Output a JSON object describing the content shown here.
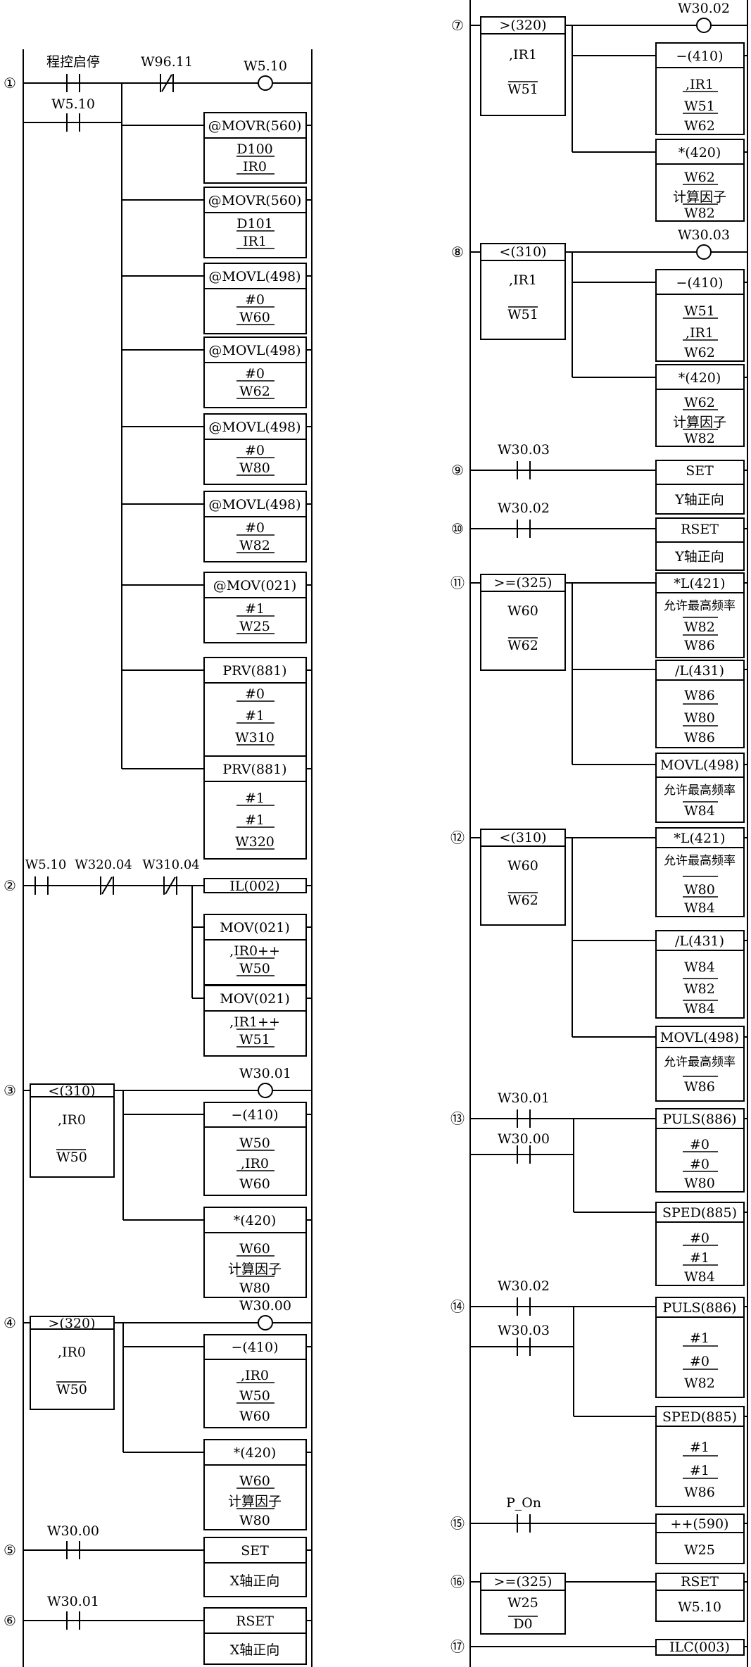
{
  "rungs": [
    {
      "number": "①",
      "contacts": [
        {
          "label": "程控启停",
          "type": "no"
        },
        {
          "label": "W5.10",
          "type": "no"
        },
        {
          "label": "W96.11",
          "type": "nc"
        }
      ],
      "coils": [
        {
          "label": "W5.10"
        }
      ],
      "blocks": [
        {
          "name": "@MOVR(560)",
          "operands": [
            "D100",
            "IR0"
          ]
        },
        {
          "name": "@MOVR(560)",
          "operands": [
            "D101",
            "IR1"
          ]
        },
        {
          "name": "@MOVL(498)",
          "operands": [
            "#0",
            "W60"
          ]
        },
        {
          "name": "@MOVL(498)",
          "operands": [
            "#0",
            "W62"
          ]
        },
        {
          "name": "@MOVL(498)",
          "operands": [
            "#0",
            "W80"
          ]
        },
        {
          "name": "@MOVL(498)",
          "operands": [
            "#0",
            "W82"
          ]
        },
        {
          "name": "@MOV(021)",
          "operands": [
            "#1",
            "W25"
          ]
        },
        {
          "name": "PRV(881)",
          "operands": [
            "#0",
            "#1",
            "W310"
          ]
        },
        {
          "name": "PRV(881)",
          "operands": [
            "#1",
            "#1",
            "W320"
          ]
        }
      ]
    },
    {
      "number": "②",
      "contacts": [
        {
          "label": "W5.10",
          "type": "no"
        },
        {
          "label": "W320.04",
          "type": "nc"
        },
        {
          "label": "W310.04",
          "type": "nc"
        }
      ],
      "blocks": [
        {
          "name": "IL(002)",
          "operands": []
        },
        {
          "name": "MOV(021)",
          "operands": [
            ",IR0++",
            "W50"
          ]
        },
        {
          "name": "MOV(021)",
          "operands": [
            ",IR1++",
            "W51"
          ]
        }
      ]
    },
    {
      "number": "③",
      "compare": {
        "name": "<(310)",
        "operands": [
          ",IR0",
          "W50"
        ]
      },
      "coils": [
        {
          "label": "W30.01"
        }
      ],
      "blocks": [
        {
          "name": "−(410)",
          "operands": [
            "W50",
            ",IR0",
            "W60"
          ]
        },
        {
          "name": "*(420)",
          "operands": [
            "W60",
            "计算因子",
            "W80"
          ]
        }
      ]
    },
    {
      "number": "④",
      "compare": {
        "name": ">(320)",
        "operands": [
          ",IR0",
          "W50"
        ]
      },
      "coils": [
        {
          "label": "W30.00"
        }
      ],
      "blocks": [
        {
          "name": "−(410)",
          "operands": [
            ",IR0",
            "W50",
            "W60"
          ]
        },
        {
          "name": "*(420)",
          "operands": [
            "W60",
            "计算因子",
            "W80"
          ]
        }
      ]
    },
    {
      "number": "⑤",
      "contacts": [
        {
          "label": "W30.00",
          "type": "no"
        }
      ],
      "blocks": [
        {
          "name": "SET",
          "operands": [
            "X轴正向"
          ]
        }
      ]
    },
    {
      "number": "⑥",
      "contacts": [
        {
          "label": "W30.01",
          "type": "no"
        }
      ],
      "blocks": [
        {
          "name": "RSET",
          "operands": [
            "X轴正向"
          ]
        }
      ]
    },
    {
      "number": "⑦",
      "compare": {
        "name": ">(320)",
        "operands": [
          ",IR1",
          "W51"
        ]
      },
      "coils": [
        {
          "label": "W30.02"
        }
      ],
      "blocks": [
        {
          "name": "−(410)",
          "operands": [
            ",IR1",
            "W51",
            "W62"
          ]
        },
        {
          "name": "*(420)",
          "operands": [
            "W62",
            "计算因子",
            "W82"
          ]
        }
      ]
    },
    {
      "number": "⑧",
      "compare": {
        "name": "<(310)",
        "operands": [
          ",IR1",
          "W51"
        ]
      },
      "coils": [
        {
          "label": "W30.03"
        }
      ],
      "blocks": [
        {
          "name": "−(410)",
          "operands": [
            "W51",
            ",IR1",
            "W62"
          ]
        },
        {
          "name": "*(420)",
          "operands": [
            "W62",
            "计算因子",
            "W82"
          ]
        }
      ]
    },
    {
      "number": "⑨",
      "contacts": [
        {
          "label": "W30.03",
          "type": "no"
        }
      ],
      "blocks": [
        {
          "name": "SET",
          "operands": [
            "Y轴正向"
          ]
        }
      ]
    },
    {
      "number": "⑩",
      "contacts": [
        {
          "label": "W30.02",
          "type": "no"
        }
      ],
      "blocks": [
        {
          "name": "RSET",
          "operands": [
            "Y轴正向"
          ]
        }
      ]
    },
    {
      "number": "⑪",
      "compare": {
        "name": ">=(325)",
        "operands": [
          "W60",
          "W62"
        ]
      },
      "blocks": [
        {
          "name": "*L(421)",
          "operands": [
            "允许最高频率",
            "W82",
            "W86"
          ]
        },
        {
          "name": "/L(431)",
          "operands": [
            "W86",
            "W80",
            "W86"
          ]
        },
        {
          "name": "MOVL(498)",
          "operands": [
            "允许最高频率",
            "W84"
          ]
        }
      ]
    },
    {
      "number": "⑫",
      "compare": {
        "name": "<(310)",
        "operands": [
          "W60",
          "W62"
        ]
      },
      "blocks": [
        {
          "name": "*L(421)",
          "operands": [
            "允许最高频率",
            "W80",
            "W84"
          ]
        },
        {
          "name": "/L(431)",
          "operands": [
            "W84",
            "W82",
            "W84"
          ]
        },
        {
          "name": "MOVL(498)",
          "operands": [
            "允许最高频率",
            "W86"
          ]
        }
      ]
    },
    {
      "number": "⑬",
      "contacts": [
        {
          "label": "W30.01",
          "type": "no"
        },
        {
          "label": "W30.00",
          "type": "no"
        }
      ],
      "blocks": [
        {
          "name": "PULS(886)",
          "operands": [
            "#0",
            "#0",
            "W80"
          ]
        },
        {
          "name": "SPED(885)",
          "operands": [
            "#0",
            "#1",
            "W84"
          ]
        }
      ]
    },
    {
      "number": "⑭",
      "contacts": [
        {
          "label": "W30.02",
          "type": "no"
        },
        {
          "label": "W30.03",
          "type": "no"
        }
      ],
      "blocks": [
        {
          "name": "PULS(886)",
          "operands": [
            "#1",
            "#0",
            "W82"
          ]
        },
        {
          "name": "SPED(885)",
          "operands": [
            "#1",
            "#1",
            "W86"
          ]
        }
      ]
    },
    {
      "number": "⑮",
      "contacts": [
        {
          "label": "P_On",
          "type": "no"
        }
      ],
      "blocks": [
        {
          "name": "++(590)",
          "operands": [
            "W25"
          ]
        }
      ]
    },
    {
      "number": "⑯",
      "compare": {
        "name": ">=(325)",
        "operands": [
          "W25",
          "D0"
        ]
      },
      "blocks": [
        {
          "name": "RSET",
          "operands": [
            "W5.10"
          ]
        }
      ]
    },
    {
      "number": "⑰",
      "blocks": [
        {
          "name": "ILC(003)",
          "operands": []
        }
      ]
    }
  ]
}
